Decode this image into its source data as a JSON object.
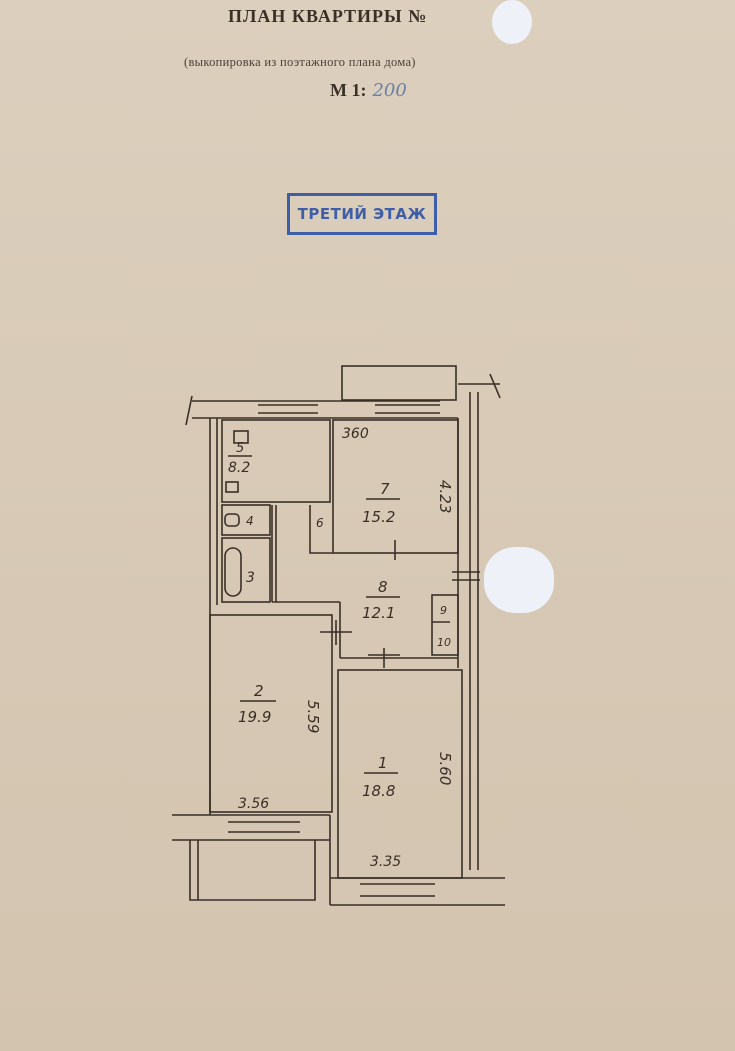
{
  "header": {
    "title": "ПЛАН КВАРТИРЫ №",
    "subtitle": "(выкопировка из поэтажного плана дома)",
    "scale_label": "М 1:",
    "scale_value": "200"
  },
  "stamp": "ТРЕТИЙ ЭТАЖ",
  "rooms": [
    {
      "number": "1",
      "area": "18.8"
    },
    {
      "number": "2",
      "area": "19.9"
    },
    {
      "number": "3"
    },
    {
      "number": "4"
    },
    {
      "number": "5",
      "area": "8.2"
    },
    {
      "number": "6"
    },
    {
      "number": "7",
      "area": "15.2"
    },
    {
      "number": "8",
      "area": "12.1"
    },
    {
      "number": "9"
    },
    {
      "number": "10"
    }
  ],
  "dimensions": {
    "room7_width": "360",
    "room7_length": "4.23",
    "room2_length": "5.59",
    "room2_width": "3.56",
    "room1_length": "5.60",
    "room1_width": "3.35"
  }
}
